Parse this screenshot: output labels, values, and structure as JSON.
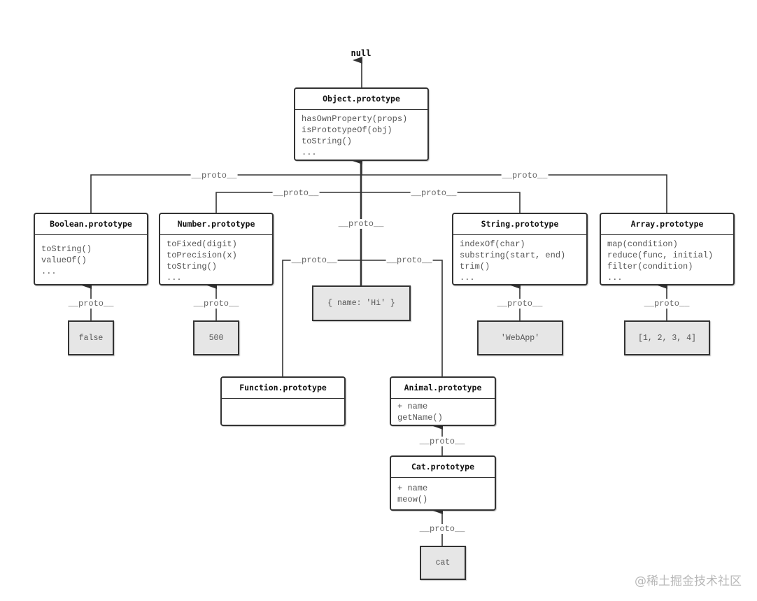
{
  "null_label": "null",
  "proto_label": "__proto__",
  "watermark": "@稀土掘金技术社区",
  "colors": {
    "stroke": "#333333",
    "instance_fill": "#e6e6e6",
    "text_muted": "#555555"
  },
  "boxes": {
    "object": {
      "title": "Object.prototype",
      "members": [
        "hasOwnProperty(props)",
        "isPrototypeOf(obj)",
        "toString()",
        "..."
      ]
    },
    "boolean": {
      "title": "Boolean.prototype",
      "members": [
        "toString()",
        "valueOf()",
        "..."
      ]
    },
    "number": {
      "title": "Number.prototype",
      "members": [
        "toFixed(digit)",
        "toPrecision(x)",
        "toString()",
        "..."
      ]
    },
    "string": {
      "title": "String.prototype",
      "members": [
        "indexOf(char)",
        "substring(start, end)",
        "trim()",
        "..."
      ]
    },
    "array": {
      "title": "Array.prototype",
      "members": [
        "map(condition)",
        "reduce(func, initial)",
        "filter(condition)",
        "..."
      ]
    },
    "function": {
      "title": "Function.prototype",
      "members": []
    },
    "animal": {
      "title": "Animal.prototype",
      "members": [
        "+ name",
        "getName()"
      ]
    },
    "cat": {
      "title": "Cat.prototype",
      "members": [
        "+ name",
        "meow()"
      ]
    }
  },
  "instances": {
    "false_val": "false",
    "num_val": "500",
    "obj_val": "{ name: 'Hi' }",
    "str_val": "'WebApp'",
    "arr_val": "[1, 2, 3, 4]",
    "cat_val": "cat"
  }
}
